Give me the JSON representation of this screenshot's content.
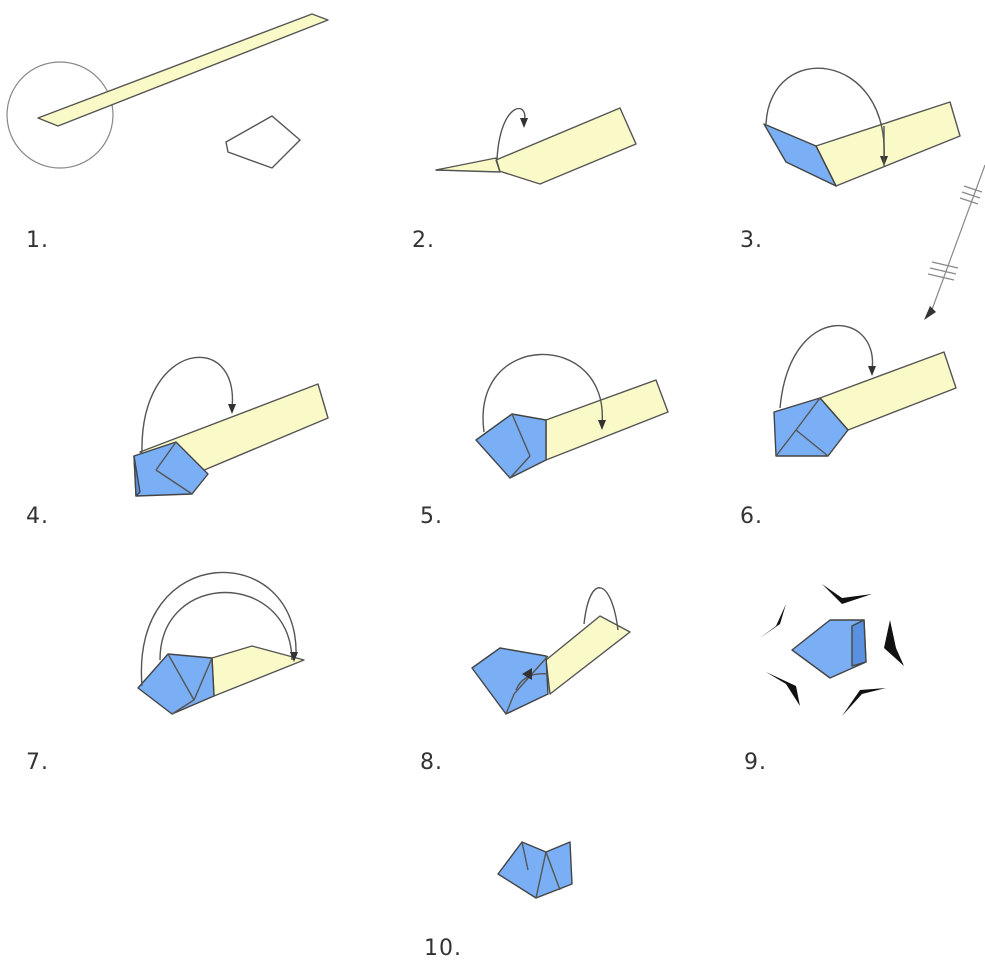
{
  "steps": [
    {
      "id": 1,
      "label": "1."
    },
    {
      "id": 2,
      "label": "2."
    },
    {
      "id": 3,
      "label": "3."
    },
    {
      "id": 4,
      "label": "4."
    },
    {
      "id": 5,
      "label": "5."
    },
    {
      "id": 6,
      "label": "6."
    },
    {
      "id": 7,
      "label": "7."
    },
    {
      "id": 8,
      "label": "8."
    },
    {
      "id": 9,
      "label": "9."
    },
    {
      "id": 10,
      "label": "10."
    }
  ],
  "colors": {
    "strip": "#fafac8",
    "paper": "#7aaef5",
    "outline": "#555555",
    "blades": "#111111"
  }
}
